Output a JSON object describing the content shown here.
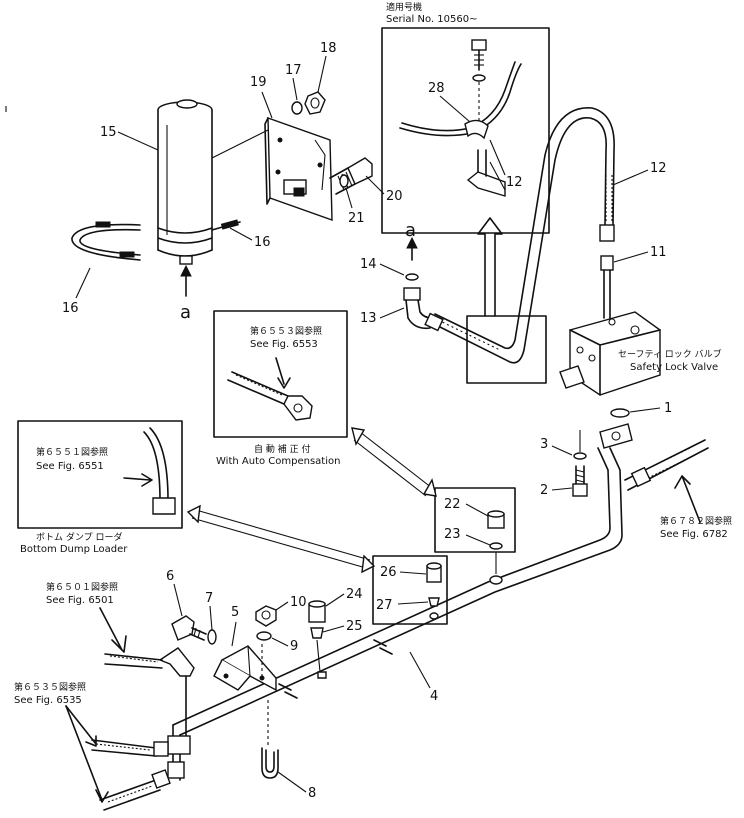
{
  "inset_serial": {
    "jp": "適用号機",
    "en": "Serial  No. 10560~"
  },
  "ref_6553": {
    "jp": "第６５５３図参照",
    "en": "See Fig. 6553"
  },
  "auto_comp": {
    "jp": "自 動 補 正 付",
    "en": "With Auto Compensation"
  },
  "ref_6551": {
    "jp": "第６５５１図参照",
    "en": "See Fig. 6551"
  },
  "bottom_dump": {
    "jp": "ボトム ダンプ ローダ",
    "en": "Bottom Dump Loader"
  },
  "ref_6501": {
    "jp": "第６５０１図参照",
    "en": "See Fig. 6501"
  },
  "ref_6535": {
    "jp": "第６５３５図参照",
    "en": "See Fig. 6535"
  },
  "ref_6782": {
    "jp": "第６７８２図参照",
    "en": "See Fig. 6782"
  },
  "safety_valve": {
    "jp": "セーフティ ロック バルブ",
    "en": "Safety Lock Valve"
  },
  "letters": {
    "a_top": "a",
    "a_bottom": "a"
  },
  "parts": {
    "p1": "1",
    "p2": "2",
    "p3": "3",
    "p4": "4",
    "p5": "5",
    "p6": "6",
    "p7": "7",
    "p8": "8",
    "p9": "9",
    "p10": "10",
    "p11": "11",
    "p12": "12",
    "p12b": "12",
    "p13": "13",
    "p14": "14",
    "p15": "15",
    "p16a": "16",
    "p16b": "16",
    "p17": "17",
    "p18": "18",
    "p19": "19",
    "p20": "20",
    "p21": "21",
    "p22": "22",
    "p23": "23",
    "p24": "24",
    "p25": "25",
    "p26": "26",
    "p27": "27",
    "p28": "28"
  }
}
